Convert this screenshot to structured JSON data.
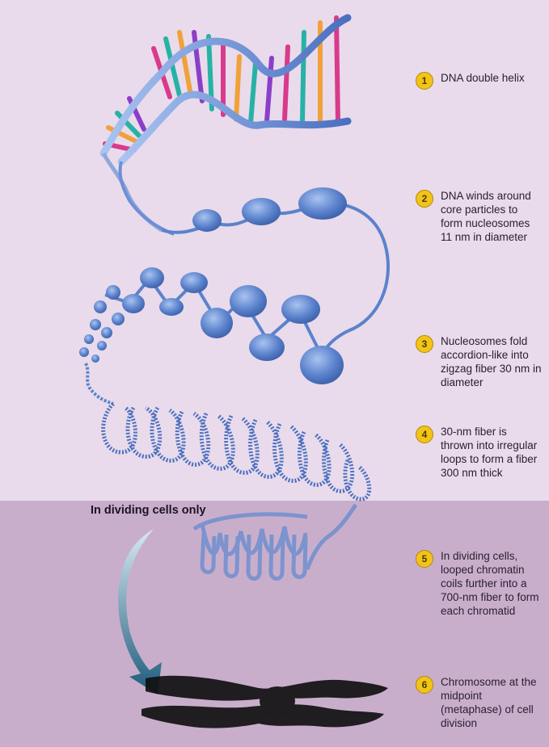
{
  "steps": [
    {
      "num": "1",
      "text": "DNA double helix"
    },
    {
      "num": "2",
      "text": "DNA winds around core particles to form nucleosomes 11 nm in diameter"
    },
    {
      "num": "3",
      "text": "Nucleosomes fold accordion-like into zigzag fiber 30 nm in diameter"
    },
    {
      "num": "4",
      "text": "30-nm fiber is thrown into irregular loops to form a fiber 300 nm thick"
    },
    {
      "num": "5",
      "text": "In dividing cells, looped chromatin coils further into a 700-nm fiber to form each chromatid"
    },
    {
      "num": "6",
      "text": "Chromosome at the midpoint (metaphase) of cell division"
    }
  ],
  "dividing_label": "In dividing cells only",
  "colors": {
    "background_upper": "#e9dbeb",
    "background_lower": "#c9aecb",
    "nucleosome": "#5b82cc",
    "badge": "#f2c41a",
    "chromosome": "#111111"
  }
}
